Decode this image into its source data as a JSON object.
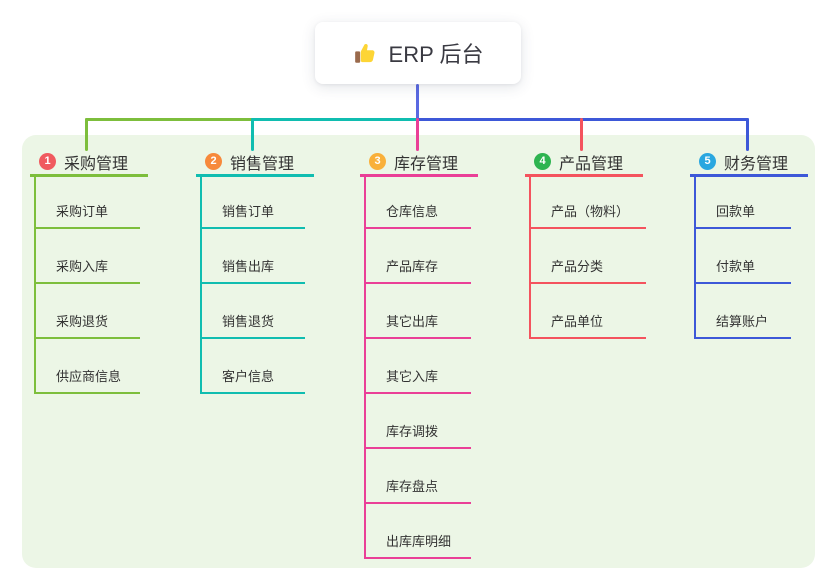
{
  "root": {
    "label": "ERP 后台",
    "icon": "thumbs-up-icon"
  },
  "canvas": {
    "background": "#ffffff",
    "panel_background": "#ecf6e6",
    "root_line_color": "#5a69e2",
    "text_color": "#333333"
  },
  "branches": [
    {
      "number": "1",
      "label": "采购管理",
      "badge_color": "#f05a5f",
      "line_color": "#7dbe3c",
      "children": [
        "采购订单",
        "采购入库",
        "采购退货",
        "供应商信息"
      ]
    },
    {
      "number": "2",
      "label": "销售管理",
      "badge_color": "#f7893b",
      "line_color": "#10bdb0",
      "children": [
        "销售订单",
        "销售出库",
        "销售退货",
        "客户信息"
      ]
    },
    {
      "number": "3",
      "label": "库存管理",
      "badge_color": "#f9b03a",
      "line_color": "#ea3f97",
      "children": [
        "仓库信息",
        "产品库存",
        "其它出库",
        "其它入库",
        "库存调拨",
        "库存盘点",
        "出库库明细"
      ]
    },
    {
      "number": "4",
      "label": "产品管理",
      "badge_color": "#2eb450",
      "line_color": "#f4535e",
      "children": [
        "产品（物料）",
        "产品分类",
        "产品单位"
      ]
    },
    {
      "number": "5",
      "label": "财务管理",
      "badge_color": "#2aa7e0",
      "line_color": "#3d58d8",
      "children": [
        "回款单",
        "付款单",
        "结算账户"
      ]
    }
  ]
}
